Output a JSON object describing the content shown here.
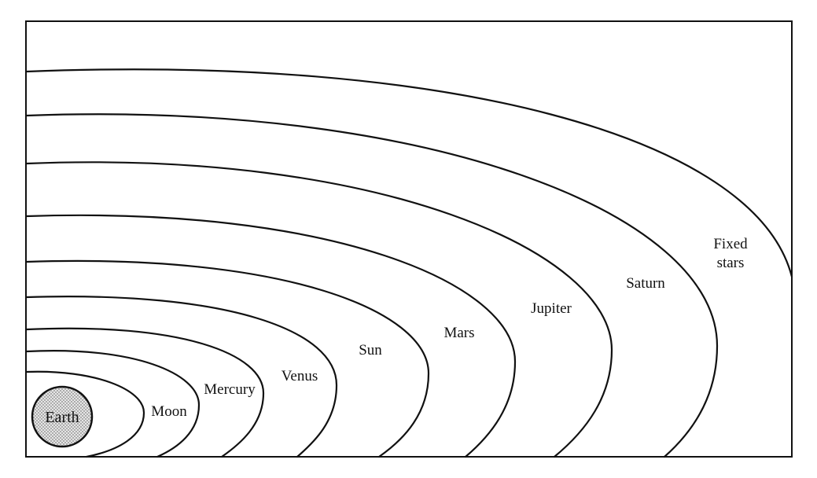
{
  "diagram": {
    "type": "geocentric-cosmos",
    "center_body": {
      "label": "Earth",
      "fill": "#d4d4d4"
    },
    "spheres": [
      {
        "label": "Moon"
      },
      {
        "label": "Mercury"
      },
      {
        "label": "Venus"
      },
      {
        "label": "Sun"
      },
      {
        "label": "Mars"
      },
      {
        "label": "Jupiter"
      },
      {
        "label": "Saturn"
      },
      {
        "label": "Fixed",
        "label_line2": "stars"
      }
    ],
    "colors": {
      "line": "#111111",
      "background": "#ffffff"
    }
  }
}
